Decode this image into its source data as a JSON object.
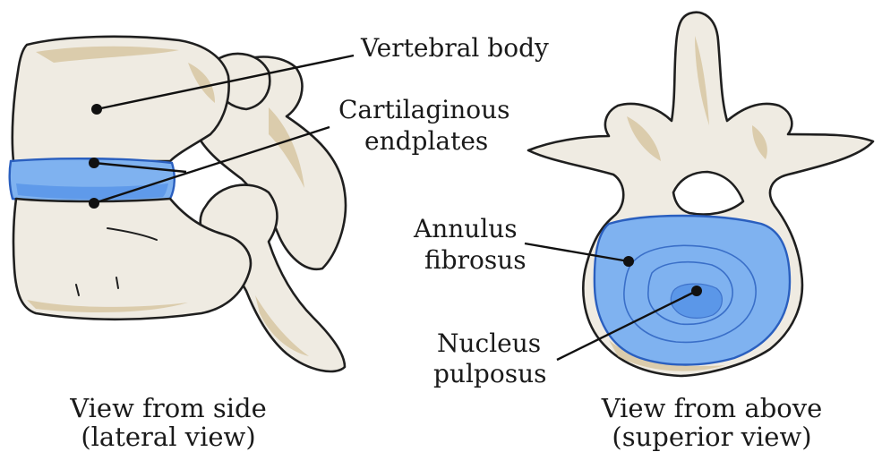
{
  "labels": {
    "vertebral_body": "Vertebral body",
    "endplates_line1": "Cartilaginous",
    "endplates_line2": "endplates",
    "annulus_line1": "Annulus",
    "annulus_line2": "fibrosus",
    "nucleus_line1": "Nucleus",
    "nucleus_line2": "pulposus"
  },
  "captions": {
    "side_line1": "View from side",
    "side_line2": "(lateral view)",
    "above_line1": "View from above",
    "above_line2": "(superior view)"
  },
  "colors": {
    "bone": "#efebe2",
    "bone_shading": "#d4c29a",
    "disc": "#7fb2f0",
    "disc_outline": "#2a5fbf",
    "ink": "#1f1f1f"
  }
}
